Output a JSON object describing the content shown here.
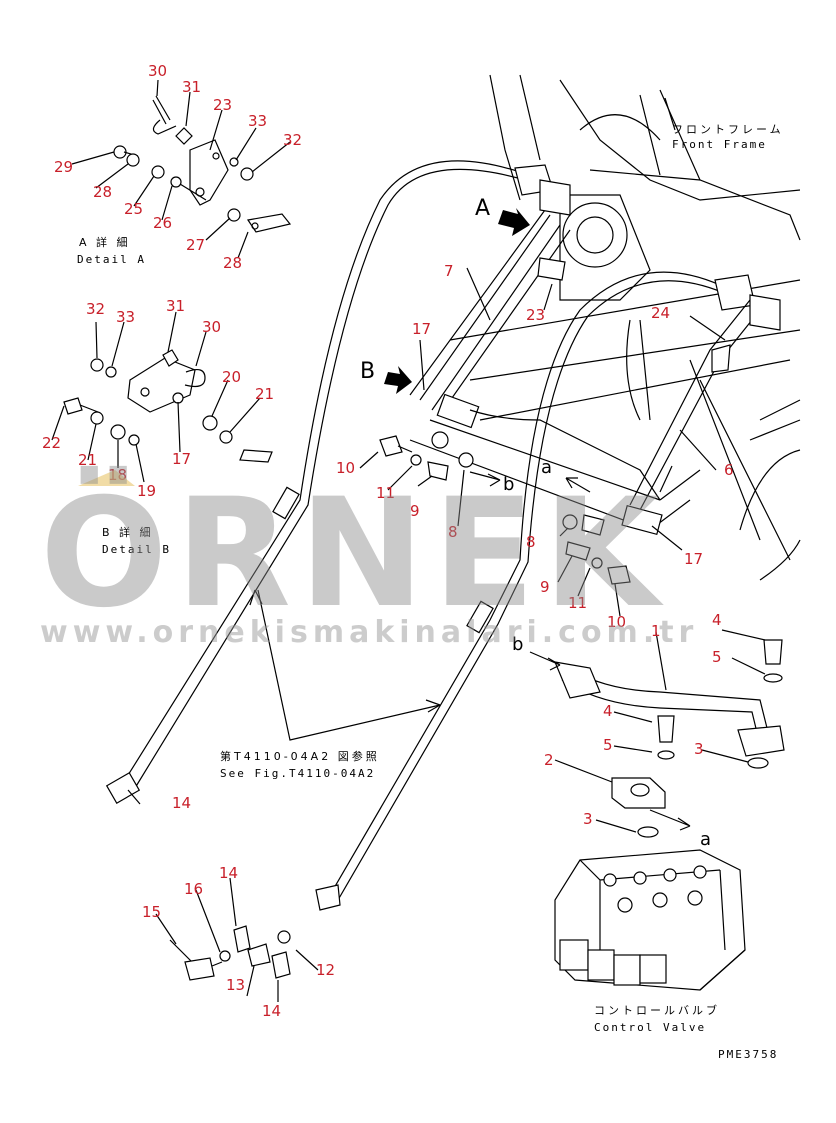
{
  "labels": {
    "front_frame_jp": "フロントフレーム",
    "front_frame_en": "Front Frame",
    "detail_a_jp": "A 詳 細",
    "detail_a_en": "Detail A",
    "detail_b_jp": "B 詳 細",
    "detail_b_en": "Detail B",
    "see_fig_jp": "第T4110-04A2 図参照",
    "see_fig_en": "See Fig.T4110-04A2",
    "control_valve_jp": "コントロールバルブ",
    "control_valve_en": "Control Valve",
    "drawing_code": "PME3758",
    "marker_A": "A",
    "marker_B": "B",
    "marker_a1": "a",
    "marker_a2": "a",
    "marker_b1": "b",
    "marker_b2": "b"
  },
  "watermark": {
    "brand": "ÖRNEK",
    "url": "www.ornekismakinalari.com.tr"
  },
  "callouts": {
    "c30a": "30",
    "c31a": "31",
    "c23a": "23",
    "c33a": "33",
    "c32a": "32",
    "c29": "29",
    "c28a": "28",
    "c25": "25",
    "c26": "26",
    "c27": "27",
    "c28b": "28",
    "c32b": "32",
    "c33b": "33",
    "c31b": "31",
    "c30b": "30",
    "c20": "20",
    "c21a": "21",
    "c22": "22",
    "c21b": "21",
    "c18": "18",
    "c19": "19",
    "c17a": "17",
    "c7": "7",
    "c23b": "23",
    "c24": "24",
    "c17b": "17",
    "c10a": "10",
    "c11a": "11",
    "c9a": "9",
    "c8a": "8",
    "c6": "6",
    "c8b": "8",
    "c9b": "9",
    "c11b": "11",
    "c10b": "10",
    "c17c": "17",
    "c1": "1",
    "c4a": "4",
    "c5a": "5",
    "c4b": "4",
    "c5b": "5",
    "c3a": "3",
    "c2": "2",
    "c3b": "3",
    "c14a": "14",
    "c14b": "14",
    "c16": "16",
    "c15": "15",
    "c13": "13",
    "c12": "12",
    "c14c": "14"
  },
  "colors": {
    "callout": "#c8202a",
    "line": "#000000",
    "watermark": "#8a8a8a"
  }
}
